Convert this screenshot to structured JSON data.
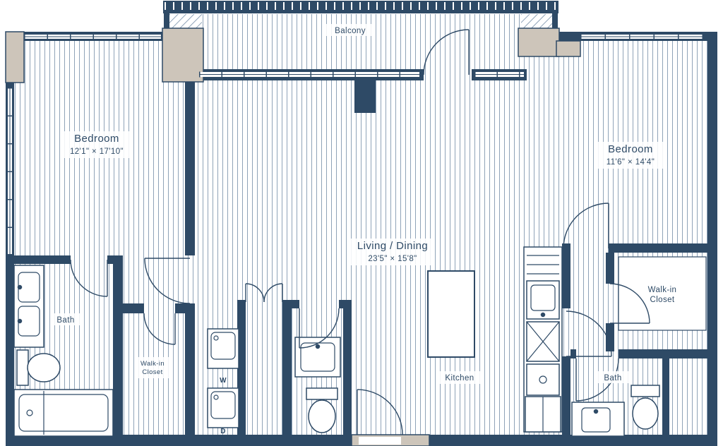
{
  "plan": {
    "colors": {
      "wall": "#2e4a66",
      "accent": "#cdc5ba",
      "floor_line": "#8fa3b8",
      "background": "#ffffff",
      "text": "#2e4a66"
    },
    "labels": {
      "balcony": "Balcony",
      "bedroom_left_name": "Bedroom",
      "bedroom_left_dims": "12'1\" × 17'10\"",
      "bedroom_right_name": "Bedroom",
      "bedroom_right_dims": "11'6\" × 14'4\"",
      "living_name": "Living / Dining",
      "living_dims": "23'5\" × 15'8\"",
      "kitchen": "Kitchen",
      "walkin_right_1": "Walk-in",
      "walkin_right_2": "Closet",
      "walkin_left_1": "Walk-in",
      "walkin_left_2": "Closet",
      "bath_left": "Bath",
      "bath_right": "Bath",
      "washer": "W",
      "dryer": "D"
    }
  }
}
